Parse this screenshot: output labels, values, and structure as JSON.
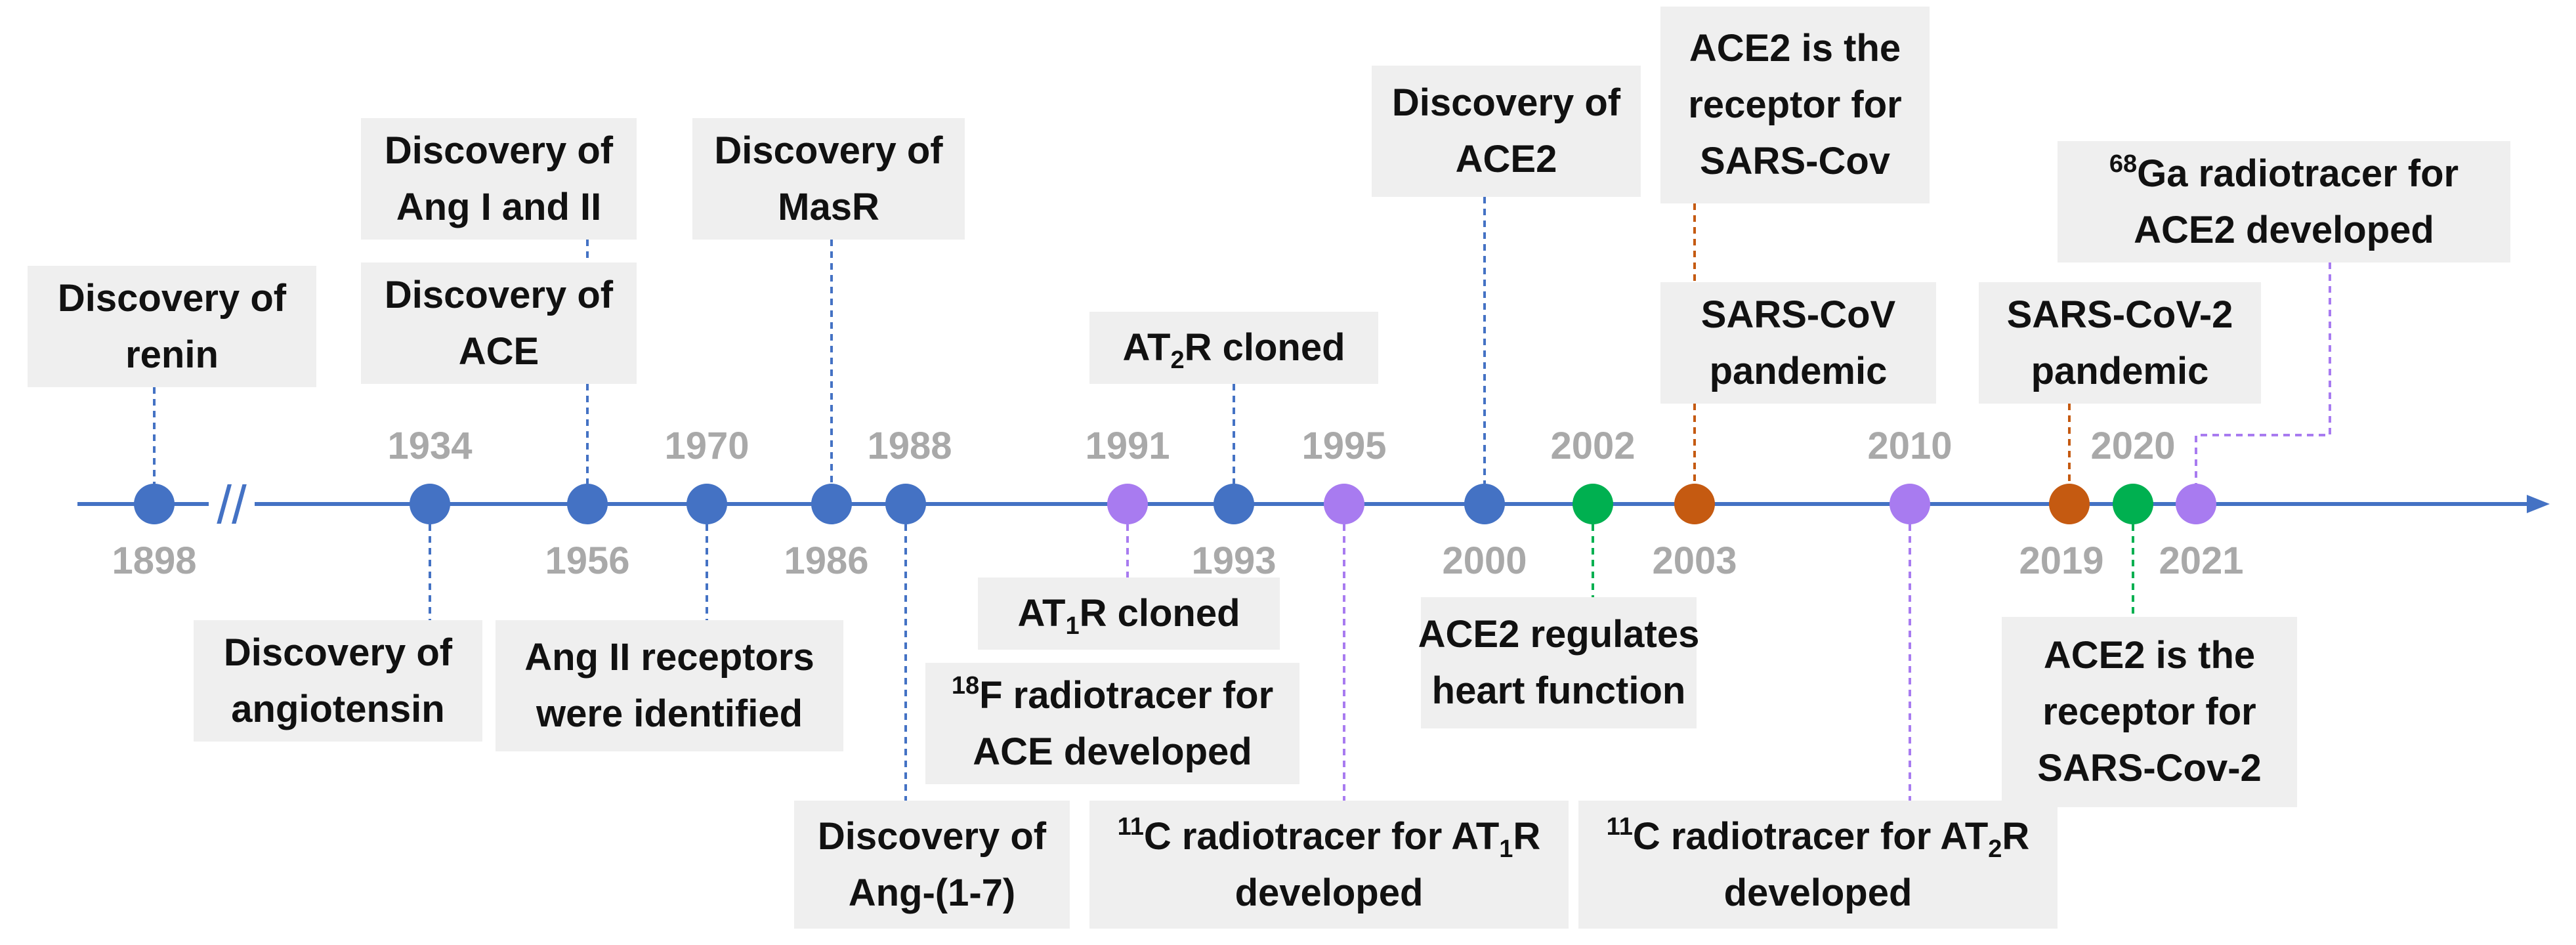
{
  "colors": {
    "axis": "#4472c4",
    "discovery": "#4472c4",
    "radiotracer": "#a87bf0",
    "sars_cov": "#c55a11",
    "ace2_function": "#00b050",
    "year_label": "#a9a9a9",
    "box_fill": "#efefef"
  },
  "axis": {
    "break_marker": "//"
  },
  "years": [
    "1898",
    "1934",
    "1956",
    "1970",
    "1986",
    "1988",
    "1991",
    "1993",
    "1995",
    "2000",
    "2002",
    "2003",
    "2010",
    "2019",
    "2020",
    "2021"
  ],
  "events": [
    {
      "year": "1898",
      "category": "discovery",
      "lines": [
        "Discovery of",
        "renin"
      ]
    },
    {
      "year": "1934",
      "category": "discovery",
      "lines": [
        "Discovery of",
        "angiotensin"
      ]
    },
    {
      "year": "1956",
      "category": "discovery",
      "lines": [
        "Discovery of",
        "Ang I and II"
      ]
    },
    {
      "year": "1956",
      "category": "discovery",
      "lines": [
        "Discovery of",
        "ACE"
      ]
    },
    {
      "year": "1970",
      "category": "discovery",
      "lines": [
        "Ang II receptors",
        "were identified"
      ]
    },
    {
      "year": "1986",
      "category": "discovery",
      "lines": [
        "Discovery of",
        "MasR"
      ]
    },
    {
      "year": "1988",
      "category": "discovery",
      "lines": [
        "Discovery of",
        "Ang-(1-7)"
      ]
    },
    {
      "year": "1991",
      "category": "radiotracer",
      "lines": [
        "AT{1}R cloned"
      ]
    },
    {
      "year": "1991",
      "category": "radiotracer",
      "lines": [
        "[18]F radiotracer for",
        "ACE developed"
      ]
    },
    {
      "year": "1993",
      "category": "discovery",
      "lines": [
        "AT{2}R cloned"
      ]
    },
    {
      "year": "1995",
      "category": "radiotracer",
      "lines": [
        "[11]C radiotracer for AT{1}R",
        "developed"
      ]
    },
    {
      "year": "2000",
      "category": "discovery",
      "lines": [
        "Discovery of",
        "ACE2"
      ]
    },
    {
      "year": "2002",
      "category": "ace2_function",
      "lines": [
        "ACE2 regulates",
        "heart function"
      ]
    },
    {
      "year": "2003",
      "category": "sars_cov",
      "lines": [
        "ACE2 is the",
        "receptor for",
        "SARS-Cov"
      ]
    },
    {
      "year": "2003",
      "category": "sars_cov",
      "lines": [
        "SARS-CoV",
        "pandemic"
      ]
    },
    {
      "year": "2010",
      "category": "radiotracer",
      "lines": [
        "[11]C radiotracer for AT{2}R",
        "developed"
      ]
    },
    {
      "year": "2019",
      "category": "sars_cov",
      "lines": [
        "SARS-CoV-2",
        "pandemic"
      ]
    },
    {
      "year": "2020",
      "category": "ace2_function",
      "lines": [
        "ACE2 is the",
        "receptor for",
        "SARS-Cov-2"
      ]
    },
    {
      "year": "2021",
      "category": "radiotracer",
      "lines": [
        "[68]Ga radiotracer for",
        "ACE2 developed"
      ]
    }
  ]
}
